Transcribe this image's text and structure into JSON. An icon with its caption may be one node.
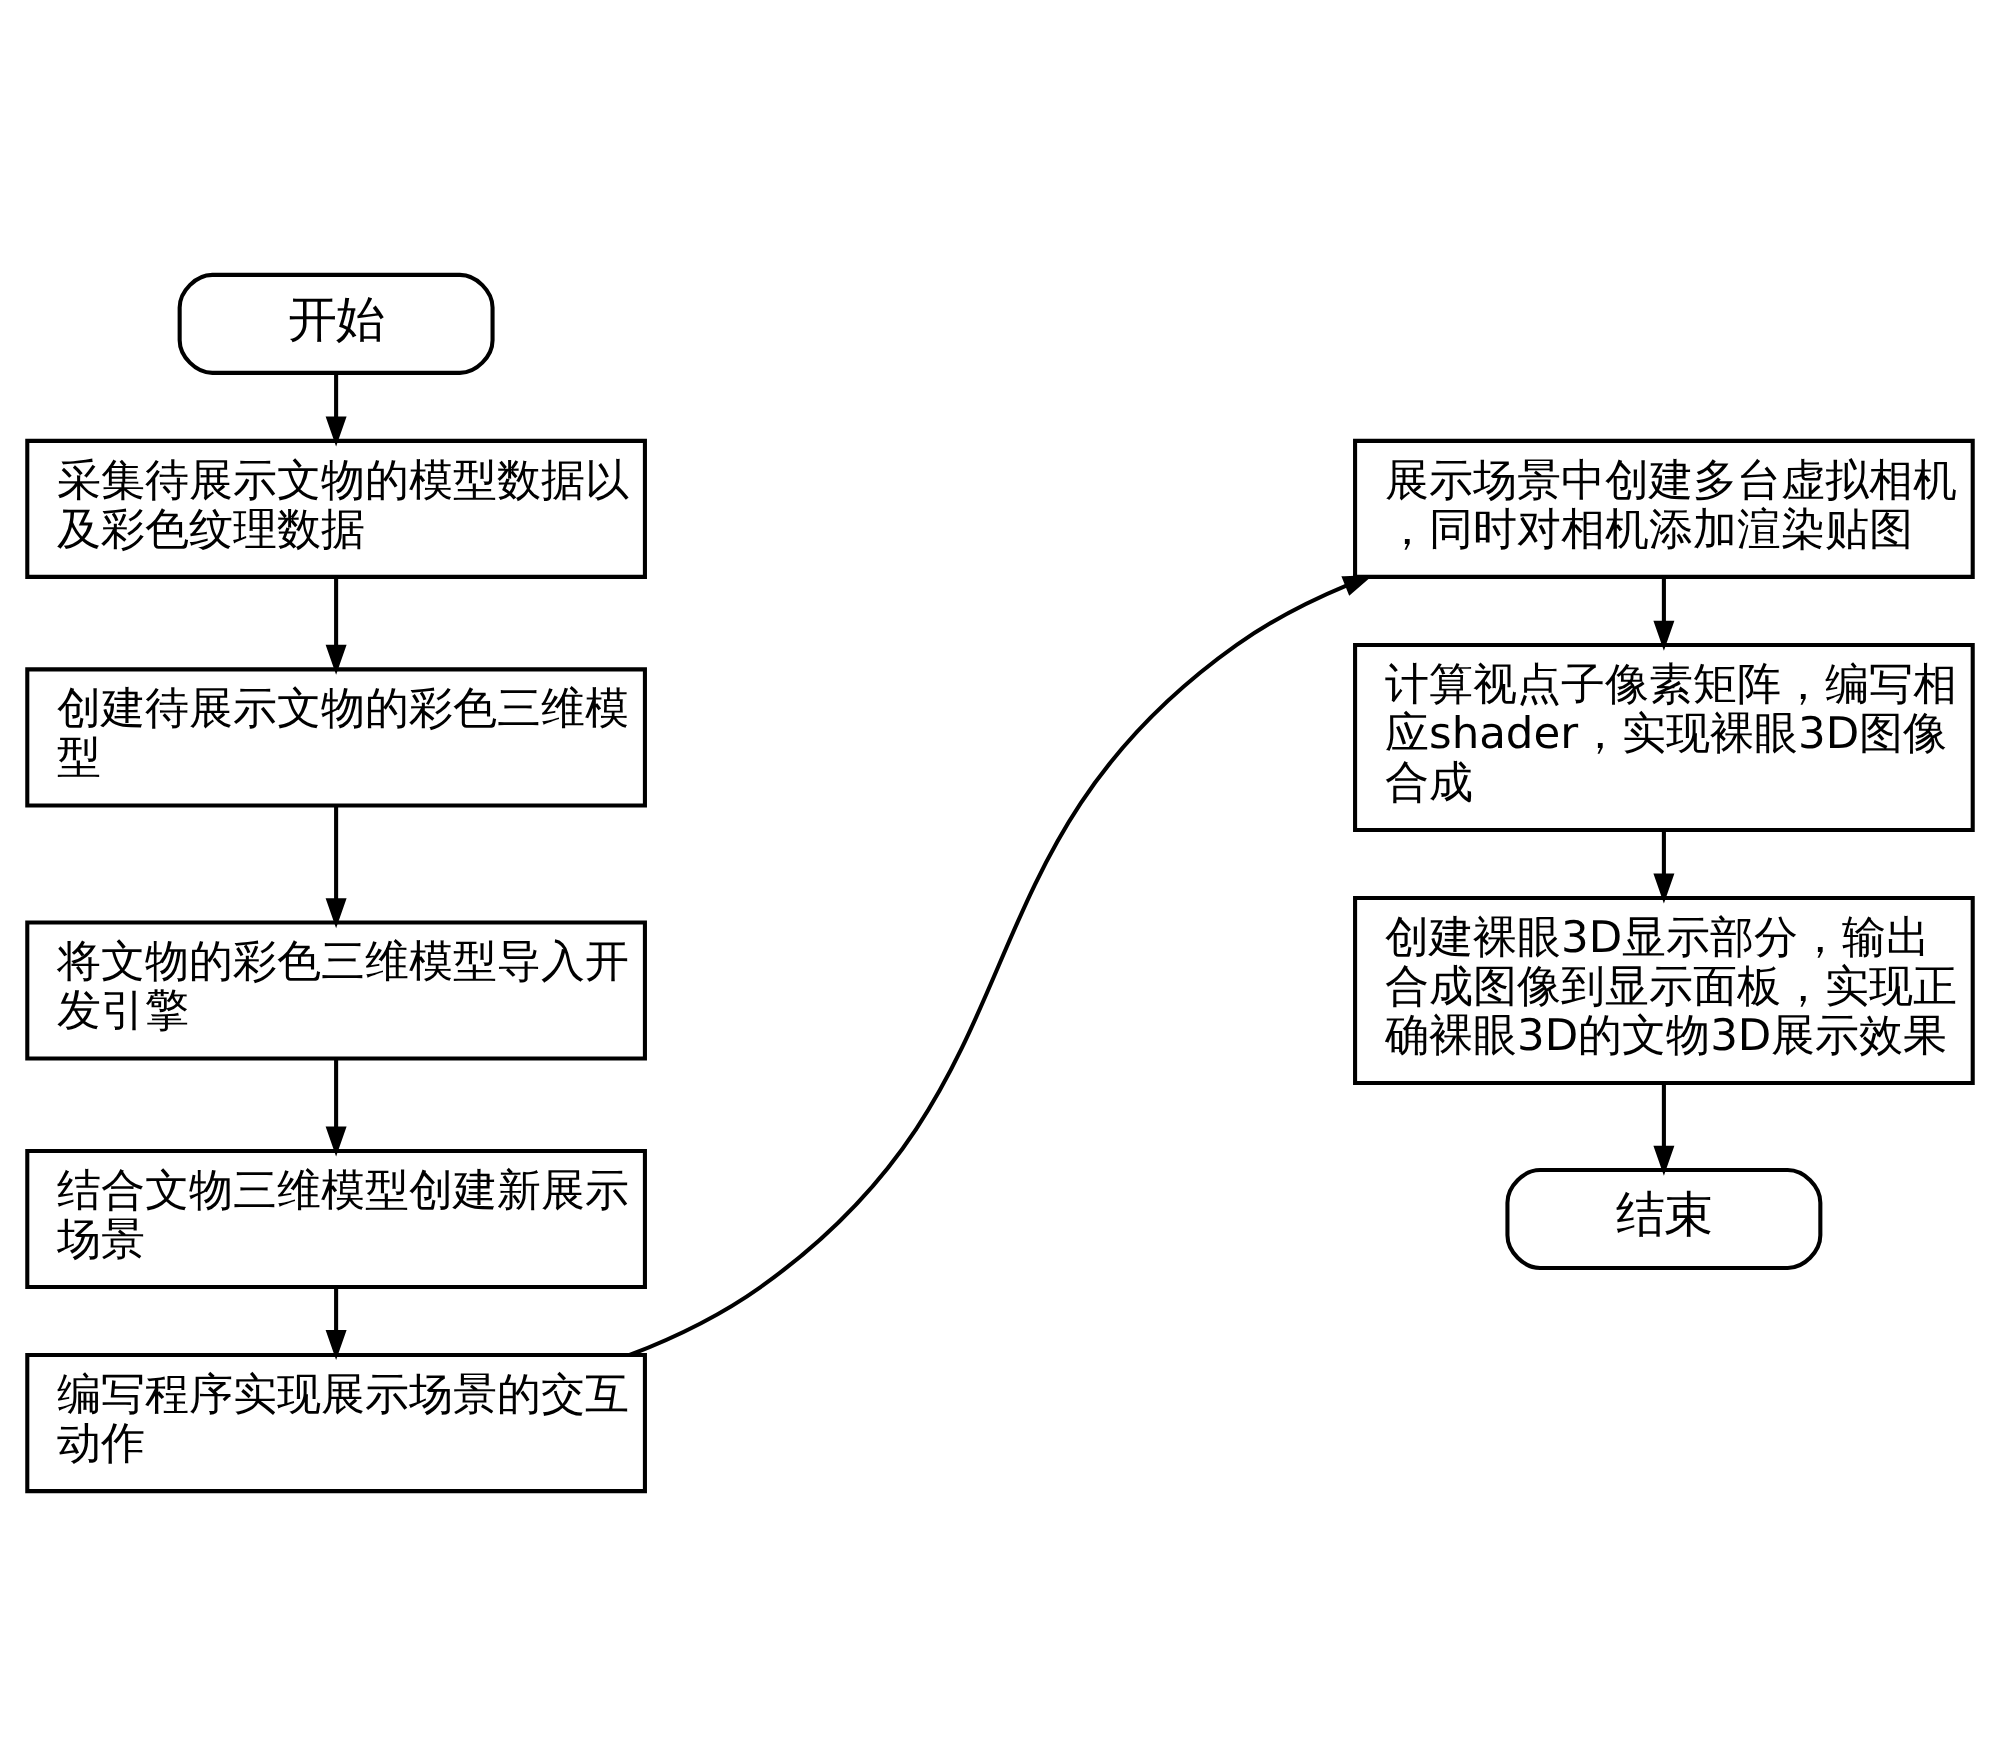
{
  "diagram": {
    "nodes": [
      {
        "text": [
          "开始"
        ]
      },
      {
        "text": [
          "采集待展示文物的模型数据以及彩色纹理数据"
        ]
      },
      {
        "text": [
          "创建待展示文物的彩色三维模型"
        ]
      },
      {
        "text": [
          "将文物的彩色三维模型导入开发引擎"
        ]
      },
      {
        "text": [
          "结合文物三维模型创建新展示场景"
        ]
      },
      {
        "text": [
          "编写程序实现展示场景的交互动作"
        ]
      },
      {
        "text": [
          "展示场景中创建多台虚拟相机，同时对相机添加渲染贴图"
        ]
      },
      {
        "text": [
          "计算视点子像素矩阵，编写相应shader，实现裸眼3D图像合成"
        ]
      },
      {
        "text": [
          "创建裸眼3D显示部分，输出合成图像到显示面板，实现正确裸眼3D的文物3D展示效果"
        ]
      },
      {
        "text": [
          "结束"
        ]
      }
    ],
    "edges": [
      {
        "from": 0,
        "to": 1,
        "arrow": "to"
      },
      {
        "from": 1,
        "to": 2,
        "arrow": "to"
      },
      {
        "from": 2,
        "to": 3,
        "arrow": "to"
      },
      {
        "from": 3,
        "to": 4,
        "arrow": "to"
      },
      {
        "from": 4,
        "to": 5,
        "arrow": "to"
      },
      {
        "from": 5,
        "to": 6,
        "arrow": "to"
      },
      {
        "from": 6,
        "to": 7,
        "arrow": "to"
      },
      {
        "from": 7,
        "to": 8,
        "arrow": "to"
      },
      {
        "from": 8,
        "to": 9,
        "arrow": "to"
      }
    ]
  }
}
